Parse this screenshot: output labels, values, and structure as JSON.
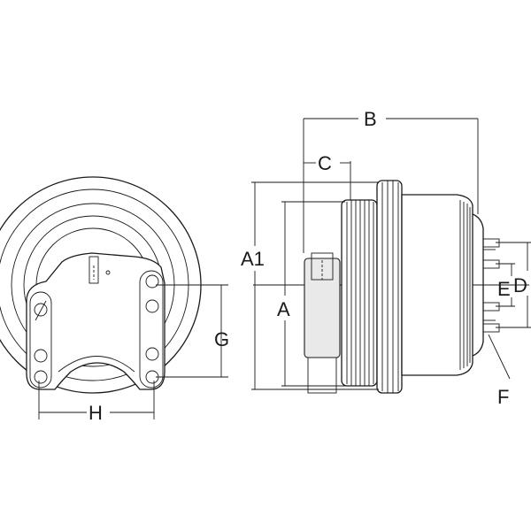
{
  "labels": {
    "A": "A",
    "A1": "A1",
    "B": "B",
    "C": "C",
    "D": "D",
    "E": "E",
    "F": "F",
    "G": "G",
    "H": "H"
  },
  "colors": {
    "line": "#1a1a1a",
    "background": "#ffffff"
  }
}
